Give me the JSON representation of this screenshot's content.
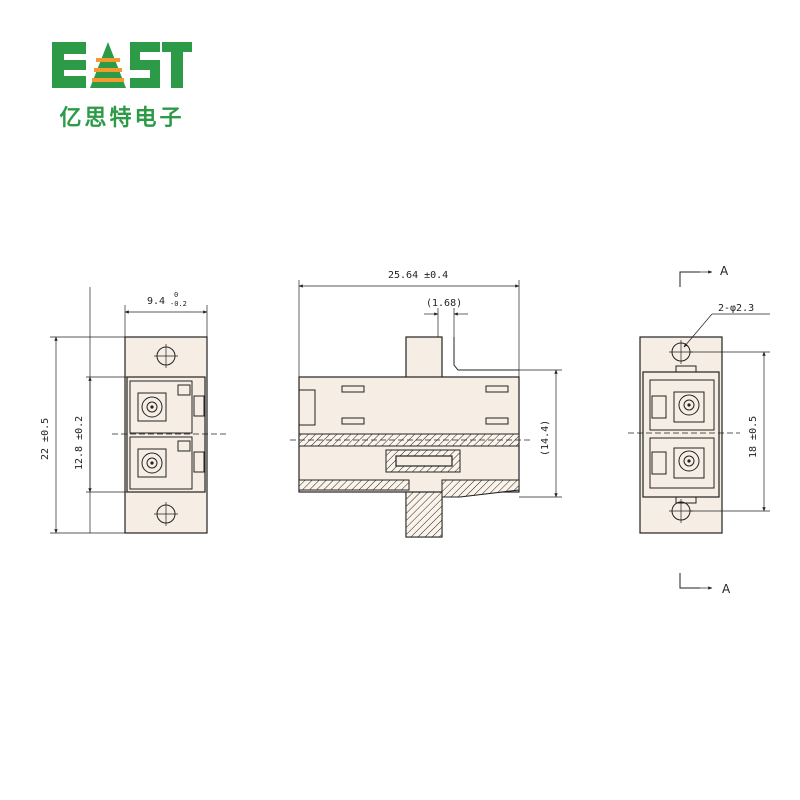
{
  "brand": {
    "logo_text": "EAST",
    "name_cn": "亿思特电子",
    "colors": {
      "green": "#2c9a47",
      "orange": "#f29a2e"
    }
  },
  "front_view": {
    "width_dim": "9.4",
    "width_tol_upper": "0",
    "width_tol_lower": "-0.2",
    "total_height_dim": "22 ±0.5",
    "inner_height_dim": "12.8 ±0.2"
  },
  "side_view": {
    "length_dim": "25.64 ±0.4",
    "flange_dim": "(1.68)",
    "height_dim": "(14.4)"
  },
  "rear_view": {
    "section_label_top": "A",
    "section_label_bottom": "A",
    "hole_dim": "2-φ2.3",
    "pitch_dim": "18 ±0.5"
  }
}
